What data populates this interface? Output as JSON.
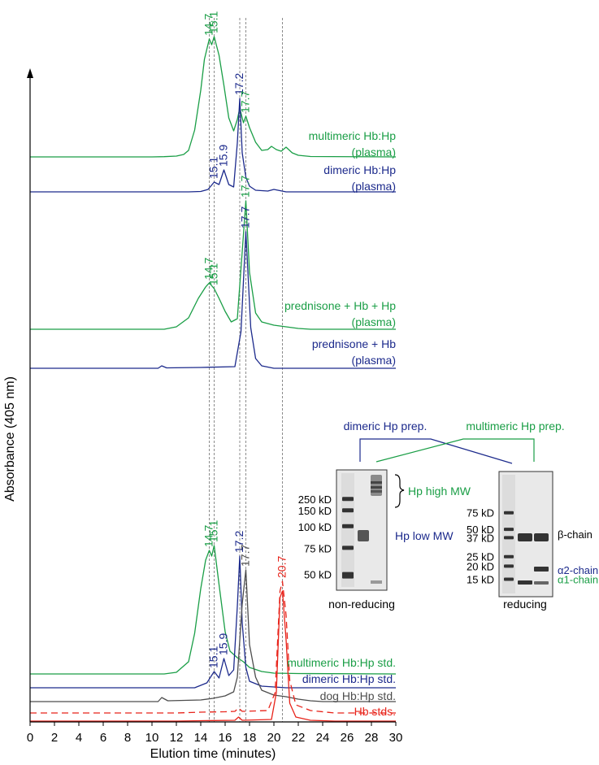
{
  "colors": {
    "green": "#1a9e46",
    "blue": "#1c2a8c",
    "gray": "#4d4d4d",
    "red": "#e8231a",
    "guide": "#8c8c8c"
  },
  "chart_data": {
    "type": "line",
    "title": "",
    "xlabel": "Elution time (minutes)",
    "ylabel": "Absorbance (405 nm)",
    "xlim": [
      0,
      30
    ],
    "xticks": [
      "0",
      "2",
      "4",
      "6",
      "8",
      "10",
      "12",
      "14",
      "16",
      "18",
      "20",
      "22",
      "24",
      "26",
      "28",
      "30"
    ],
    "grid": false,
    "guide_lines": [
      14.7,
      15.1,
      17.2,
      17.7,
      20.7
    ],
    "series": [
      {
        "name": "multimeric Hb:Hp (plasma)",
        "color": "green",
        "dash": "",
        "label_lines": [
          "multimeric Hb:Hp",
          "(plasma)"
        ],
        "points": [
          [
            0,
            0
          ],
          [
            10,
            0
          ],
          [
            11,
            0.3
          ],
          [
            12,
            1
          ],
          [
            12.6,
            3
          ],
          [
            13,
            8
          ],
          [
            13.5,
            33
          ],
          [
            14,
            82
          ],
          [
            14.3,
            120
          ],
          [
            14.7,
            145
          ],
          [
            14.9,
            138
          ],
          [
            15.1,
            148
          ],
          [
            15.5,
            125
          ],
          [
            15.9,
            88
          ],
          [
            16.3,
            48
          ],
          [
            16.7,
            32
          ],
          [
            17,
            46
          ],
          [
            17.2,
            60
          ],
          [
            17.5,
            42
          ],
          [
            17.7,
            50
          ],
          [
            18,
            36
          ],
          [
            18.5,
            18
          ],
          [
            19,
            8
          ],
          [
            19.5,
            9
          ],
          [
            19.8,
            13
          ],
          [
            20.2,
            9
          ],
          [
            20.6,
            7
          ],
          [
            21,
            12
          ],
          [
            21.5,
            5
          ],
          [
            22,
            2
          ],
          [
            23,
            0.5
          ],
          [
            30,
            0
          ]
        ]
      },
      {
        "name": "dimeric Hb:Hp (plasma)",
        "color": "blue",
        "dash": "",
        "label_lines": [
          "dimeric Hb:Hp",
          "(plasma)"
        ],
        "points": [
          [
            0,
            0
          ],
          [
            13,
            0
          ],
          [
            14,
            0.5
          ],
          [
            14.6,
            3
          ],
          [
            15.1,
            12
          ],
          [
            15.5,
            9
          ],
          [
            15.9,
            27
          ],
          [
            16.3,
            9
          ],
          [
            16.7,
            6
          ],
          [
            17,
            60
          ],
          [
            17.2,
            115
          ],
          [
            17.4,
            48
          ],
          [
            17.7,
            18
          ],
          [
            18,
            7
          ],
          [
            18.5,
            2
          ],
          [
            19.5,
            1
          ],
          [
            20,
            3
          ],
          [
            21,
            0
          ],
          [
            30,
            0
          ]
        ]
      },
      {
        "name": "prednisone + Hb + Hp (plasma)",
        "color": "green",
        "dash": "",
        "label_lines": [
          "prednisone + Hb + Hp",
          "(plasma)"
        ],
        "points": [
          [
            0,
            0
          ],
          [
            11,
            0
          ],
          [
            12,
            3
          ],
          [
            13,
            14
          ],
          [
            13.8,
            38
          ],
          [
            14.4,
            52
          ],
          [
            14.7,
            57
          ],
          [
            15.1,
            50
          ],
          [
            15.5,
            38
          ],
          [
            16,
            22
          ],
          [
            16.5,
            9
          ],
          [
            17,
            13
          ],
          [
            17.4,
            95
          ],
          [
            17.7,
            158
          ],
          [
            18,
            70
          ],
          [
            18.5,
            20
          ],
          [
            19,
            9
          ],
          [
            20,
            5
          ],
          [
            21,
            3
          ],
          [
            22,
            1
          ],
          [
            23,
            0
          ],
          [
            30,
            0
          ]
        ]
      },
      {
        "name": "prednisone + Hb (plasma)",
        "color": "blue",
        "dash": "",
        "label_lines": [
          "prednisone + Hb",
          "(plasma)"
        ],
        "points": [
          [
            0,
            0
          ],
          [
            10.5,
            0
          ],
          [
            10.8,
            3
          ],
          [
            11.2,
            0.5
          ],
          [
            14,
            1
          ],
          [
            16.8,
            2
          ],
          [
            17.3,
            45
          ],
          [
            17.7,
            168
          ],
          [
            18.1,
            50
          ],
          [
            18.5,
            12
          ],
          [
            19,
            3
          ],
          [
            20,
            0
          ],
          [
            30,
            0
          ]
        ]
      },
      {
        "name": "multimeric Hb:Hp std.",
        "color": "green",
        "dash": "",
        "label_lines": [
          "multimeric Hb:Hp std."
        ],
        "points": [
          [
            0,
            0
          ],
          [
            11,
            0
          ],
          [
            12,
            2
          ],
          [
            13,
            15
          ],
          [
            13.5,
            50
          ],
          [
            14,
            105
          ],
          [
            14.4,
            140
          ],
          [
            14.7,
            152
          ],
          [
            14.9,
            145
          ],
          [
            15.1,
            158
          ],
          [
            15.5,
            110
          ],
          [
            16,
            52
          ],
          [
            16.4,
            28
          ],
          [
            17,
            20
          ],
          [
            17.5,
            15
          ],
          [
            18,
            8
          ],
          [
            19,
            3
          ],
          [
            20,
            1
          ],
          [
            22,
            0.5
          ],
          [
            30,
            0
          ]
        ]
      },
      {
        "name": "dimeric Hb:Hp std.",
        "color": "blue",
        "dash": "",
        "label_lines": [
          "dimeric Hb:Hp std."
        ],
        "points": [
          [
            0,
            0
          ],
          [
            13.5,
            0
          ],
          [
            14.5,
            6
          ],
          [
            15.1,
            20
          ],
          [
            15.5,
            12
          ],
          [
            15.9,
            36
          ],
          [
            16.3,
            15
          ],
          [
            16.7,
            22
          ],
          [
            17,
            100
          ],
          [
            17.2,
            162
          ],
          [
            17.4,
            80
          ],
          [
            17.7,
            25
          ],
          [
            18,
            8
          ],
          [
            19,
            2
          ],
          [
            20,
            1
          ],
          [
            21,
            0
          ],
          [
            30,
            0
          ]
        ]
      },
      {
        "name": "dog Hb:Hp std.",
        "color": "gray",
        "dash": "",
        "label_lines": [
          "dog Hb:Hp std."
        ],
        "points": [
          [
            0,
            0
          ],
          [
            10.5,
            0
          ],
          [
            10.8,
            5
          ],
          [
            11.3,
            1
          ],
          [
            14,
            2
          ],
          [
            15,
            4
          ],
          [
            16,
            7
          ],
          [
            16.7,
            12
          ],
          [
            17,
            30
          ],
          [
            17.4,
            120
          ],
          [
            17.7,
            162
          ],
          [
            18,
            70
          ],
          [
            18.5,
            30
          ],
          [
            19,
            14
          ],
          [
            20,
            8
          ],
          [
            21,
            6
          ],
          [
            22,
            3
          ],
          [
            23,
            1
          ],
          [
            24,
            0
          ],
          [
            30,
            0
          ]
        ]
      },
      {
        "name": "Hb stds.",
        "color": "red",
        "dash": "8 5",
        "label_lines": [
          "Hb stds."
        ],
        "points": [
          [
            0,
            0
          ],
          [
            12,
            0
          ],
          [
            14,
            1
          ],
          [
            16,
            1.5
          ],
          [
            16.8,
            2
          ],
          [
            17.1,
            6
          ],
          [
            17.4,
            2
          ],
          [
            19.5,
            3
          ],
          [
            20.1,
            25
          ],
          [
            20.5,
            150
          ],
          [
            20.7,
            162
          ],
          [
            21,
            120
          ],
          [
            21.3,
            40
          ],
          [
            21.8,
            10
          ],
          [
            23,
            3
          ],
          [
            25,
            0
          ],
          [
            30,
            0
          ]
        ]
      },
      {
        "name": "",
        "color": "red",
        "dash": "",
        "label_lines": [],
        "points": [
          [
            0,
            0
          ],
          [
            12,
            0
          ],
          [
            14,
            0.5
          ],
          [
            16.8,
            1
          ],
          [
            17.1,
            5
          ],
          [
            17.4,
            1
          ],
          [
            19.8,
            2
          ],
          [
            20.2,
            35
          ],
          [
            20.5,
            152
          ],
          [
            20.7,
            160
          ],
          [
            21,
            100
          ],
          [
            21.3,
            22
          ],
          [
            21.8,
            5
          ],
          [
            23,
            1
          ],
          [
            25,
            0
          ],
          [
            30,
            0
          ]
        ]
      }
    ],
    "annotations": [
      {
        "text": "14.7",
        "color": "green",
        "series": 0,
        "x": 14.7
      },
      {
        "text": "15.1",
        "color": "green",
        "series": 0,
        "x": 15.1
      },
      {
        "text": "17.2",
        "color": "blue",
        "series": 1,
        "x": 17.2
      },
      {
        "text": "17.7",
        "color": "green",
        "series": 0,
        "x": 17.7
      },
      {
        "text": "15.1",
        "color": "blue",
        "series": 1,
        "x": 15.1
      },
      {
        "text": "15.9",
        "color": "blue",
        "series": 1,
        "x": 15.9
      },
      {
        "text": "17.7",
        "color": "green",
        "series": 2,
        "x": 17.7
      },
      {
        "text": "17.7",
        "color": "blue",
        "series": 3,
        "x": 17.7
      },
      {
        "text": "14.7",
        "color": "green",
        "series": 2,
        "x": 14.7
      },
      {
        "text": "15.1",
        "color": "green",
        "series": 2,
        "x": 15.1
      },
      {
        "text": "14.7",
        "color": "green",
        "series": 4,
        "x": 14.7
      },
      {
        "text": "15.1",
        "color": "green",
        "series": 4,
        "x": 15.1
      },
      {
        "text": "17.2",
        "color": "blue",
        "series": 5,
        "x": 17.2
      },
      {
        "text": "17.7",
        "color": "gray",
        "series": 6,
        "x": 17.7
      },
      {
        "text": "20.7",
        "color": "red",
        "series": 7,
        "x": 20.7
      },
      {
        "text": "15.1",
        "color": "blue",
        "series": 5,
        "x": 15.1
      },
      {
        "text": "15.9",
        "color": "blue",
        "series": 5,
        "x": 15.9
      }
    ]
  },
  "gel_inset": {
    "group_labels": {
      "dimeric": "dimeric Hp prep.",
      "multimeric": "multimeric Hp prep."
    },
    "non_reducing": {
      "caption": "non-reducing",
      "markers": [
        {
          "label": "250 kD",
          "level": 0.23
        },
        {
          "label": "150 kD",
          "level": 0.33
        },
        {
          "label": "100 kD",
          "level": 0.47
        },
        {
          "label": "75 kD",
          "level": 0.66
        },
        {
          "label": "50 kD",
          "level": 0.89
        }
      ],
      "annotations": {
        "high": "Hp high MW",
        "low": "Hp  low MW"
      }
    },
    "reducing": {
      "caption": "reducing",
      "markers": [
        {
          "label": "75 kD",
          "level": 0.32
        },
        {
          "label": "50 kD",
          "level": 0.46
        },
        {
          "label": "37 kD",
          "level": 0.53
        },
        {
          "label": "25 kD",
          "level": 0.69
        },
        {
          "label": "20 kD",
          "level": 0.77
        },
        {
          "label": "15 kD",
          "level": 0.88
        }
      ],
      "chains": [
        {
          "label": "β-chain",
          "color": "black",
          "level": 0.5
        },
        {
          "label": "α2-chain",
          "color": "blue",
          "level": 0.8
        },
        {
          "label": "α1-chain",
          "color": "green",
          "level": 0.88
        }
      ]
    }
  }
}
